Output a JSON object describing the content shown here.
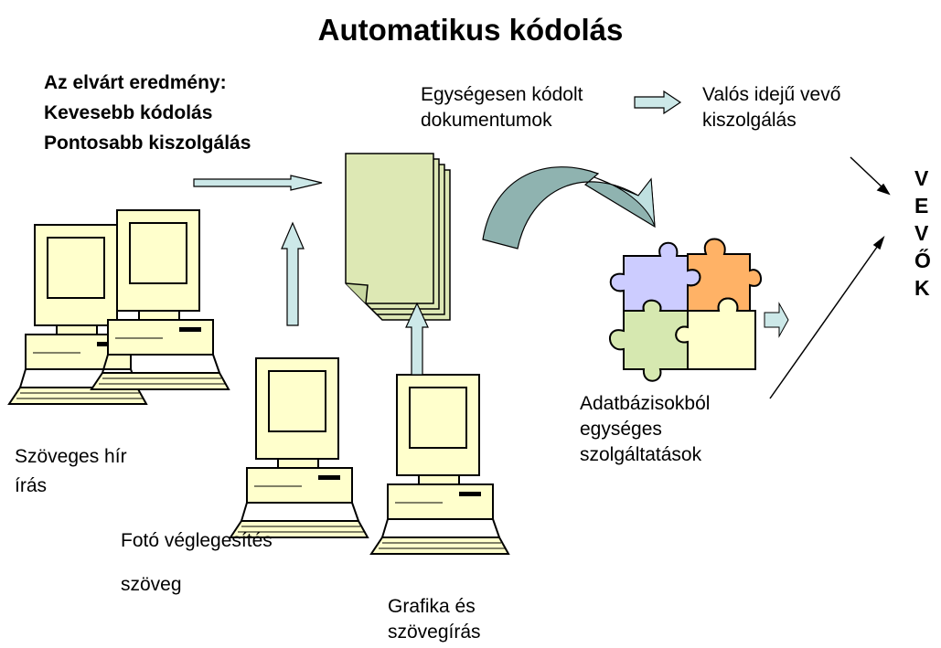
{
  "title": "Automatikus kódolás",
  "expected": {
    "line1": "Az elvárt eredmény:",
    "line2": "Kevesebb kódolás",
    "line3": "Pontosabb kiszolgálás"
  },
  "labels": {
    "coded_docs_1": "Egységesen kódolt",
    "coded_docs_2": "dokumentumok",
    "realtime_1": "Valós idejű vevő",
    "realtime_2": "kiszolgálás",
    "news_1": "Szöveges hír",
    "news_2": "írás",
    "photo_1": "Fotó véglegesítés",
    "photo_2": "szöveg",
    "graphics_1": "Grafika és",
    "graphics_2": "szövegírás",
    "db_1": "Adatbázisokból",
    "db_2": "egységes",
    "db_3": "szolgáltatások"
  },
  "vevok": [
    "V",
    "E",
    "V",
    "Ő",
    "K"
  ],
  "colors": {
    "computer_fill": "#ffffcc",
    "document_fill": "#dde8b4",
    "arrow_fill": "#cce8e8",
    "curved_arrow_fill": "#8fb3b0",
    "puzzle_purple": "#ccccff",
    "puzzle_orange": "#ffb266",
    "puzzle_green": "#d6e8b0",
    "puzzle_yellow": "#ffffcc"
  }
}
